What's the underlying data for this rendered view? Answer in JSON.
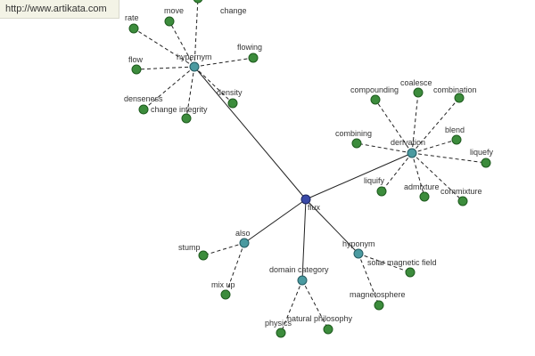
{
  "url": "http://www.artikata.com",
  "center": {
    "id": "flux",
    "label": "flux"
  },
  "relations": [
    {
      "id": "hypernym",
      "label": "hypernym"
    },
    {
      "id": "derivation",
      "label": "derivation"
    },
    {
      "id": "also",
      "label": "also"
    },
    {
      "id": "domain-category",
      "label": "domain category"
    },
    {
      "id": "hyponym",
      "label": "hyponym"
    }
  ],
  "terms": [
    {
      "id": "rate",
      "label": "rate",
      "relation": "hypernym"
    },
    {
      "id": "move",
      "label": "move",
      "relation": "hypernym"
    },
    {
      "id": "change",
      "label": "change",
      "relation": "hypernym"
    },
    {
      "id": "flow",
      "label": "flow",
      "relation": "hypernym"
    },
    {
      "id": "flowing",
      "label": "flowing",
      "relation": "hypernym"
    },
    {
      "id": "denseness",
      "label": "denseness",
      "relation": "hypernym"
    },
    {
      "id": "change-integrity",
      "label": "change integrity",
      "relation": "hypernym"
    },
    {
      "id": "density",
      "label": "density",
      "relation": "hypernym"
    },
    {
      "id": "compounding",
      "label": "compounding",
      "relation": "derivation"
    },
    {
      "id": "coalesce",
      "label": "coalesce",
      "relation": "derivation"
    },
    {
      "id": "combination",
      "label": "combination",
      "relation": "derivation"
    },
    {
      "id": "combining",
      "label": "combining",
      "relation": "derivation"
    },
    {
      "id": "blend",
      "label": "blend",
      "relation": "derivation"
    },
    {
      "id": "liquefy",
      "label": "liquefy",
      "relation": "derivation"
    },
    {
      "id": "liquify",
      "label": "liquify",
      "relation": "derivation"
    },
    {
      "id": "admixture",
      "label": "admixture",
      "relation": "derivation"
    },
    {
      "id": "commixture",
      "label": "commixture",
      "relation": "derivation"
    },
    {
      "id": "stump",
      "label": "stump",
      "relation": "also"
    },
    {
      "id": "mix-up",
      "label": "mix up",
      "relation": "also"
    },
    {
      "id": "solar-magnetic-field",
      "label": "solar magnetic field",
      "relation": "hyponym"
    },
    {
      "id": "magnetosphere",
      "label": "magnetosphere",
      "relation": "hyponym"
    },
    {
      "id": "physics",
      "label": "physics",
      "relation": "domain-category"
    },
    {
      "id": "natural-philosophy",
      "label": "natural philosophy",
      "relation": "domain-category"
    }
  ]
}
